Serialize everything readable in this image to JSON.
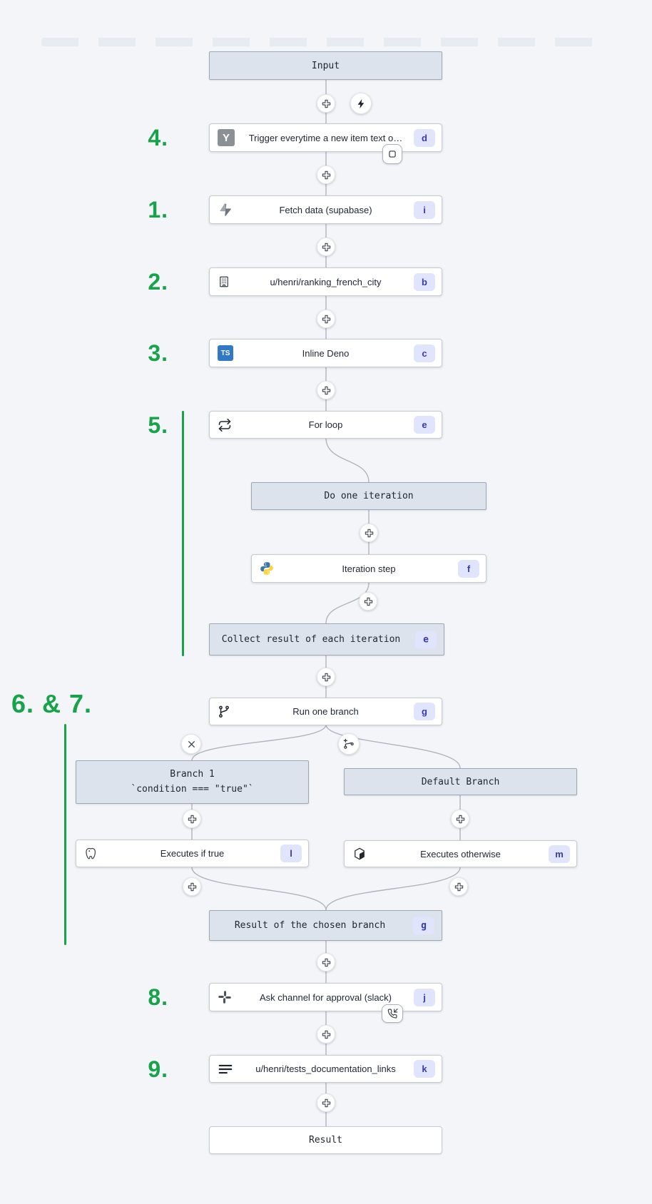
{
  "flow": {
    "input": {
      "label": "Input"
    },
    "trigger": {
      "label": "Trigger everytime a new item text o…",
      "badge": "d",
      "icon": "hackernews-y-icon"
    },
    "fetch": {
      "label": "Fetch data (supabase)",
      "badge": "i",
      "icon": "supabase-bolt-icon"
    },
    "ranking": {
      "label": "u/henri/ranking_french_city",
      "badge": "b",
      "icon": "building-icon"
    },
    "inline_deno": {
      "label": "Inline Deno",
      "badge": "c",
      "icon": "typescript-icon",
      "icon_text": "TS"
    },
    "for_loop": {
      "label": "For loop",
      "badge": "e",
      "icon": "loop-repeat-icon"
    },
    "do_one_iteration": {
      "label": "Do one iteration"
    },
    "iteration_step": {
      "label": "Iteration step",
      "badge": "f",
      "icon": "python-icon"
    },
    "collect": {
      "label": "Collect result of each iteration",
      "badge": "e"
    },
    "run_one_branch": {
      "label": "Run one branch",
      "badge": "g",
      "icon": "git-branch-icon"
    },
    "branch_1": {
      "title": "Branch 1",
      "condition": "`condition === \"true\"`"
    },
    "default_branch": {
      "label": "Default Branch"
    },
    "executes_if_true": {
      "label": "Executes if true",
      "badge": "l",
      "icon": "postgresql-icon"
    },
    "executes_otherwise": {
      "label": "Executes otherwise",
      "badge": "m",
      "icon": "cube-icon"
    },
    "chosen_result": {
      "label": "Result of the chosen branch",
      "badge": "g"
    },
    "ask_approval": {
      "label": "Ask channel for approval (slack)",
      "badge": "j",
      "icon": "slack-icon"
    },
    "tests_links": {
      "label": "u/henri/tests_documentation_links",
      "badge": "k",
      "icon": "menu-lines-icon"
    },
    "result": {
      "label": "Result"
    },
    "trigger_y_glyph": "Y"
  },
  "annotations": {
    "n4": "4.",
    "n1": "1.",
    "n2": "2.",
    "n3": "3.",
    "n5": "5.",
    "n67": "6. & 7.",
    "n8": "8.",
    "n9": "9."
  },
  "controls": {
    "add_step": "plus-icon",
    "run_trigger": "lightning-icon",
    "remove_branch": "x-icon",
    "add_branch": "branch-plus-icon",
    "early_stop": "square-icon",
    "suspend_approval": "phone-incoming-icon"
  },
  "colors": {
    "annotation_green": "#16a34a",
    "badge_bg": "#e0e4fc",
    "badge_text": "#3a3aa8",
    "connector": "#aeb5bf",
    "gray_box_bg": "#dde3ec",
    "gray_box_border": "#9ea8b5",
    "canvas_bg": "#f3f5f8",
    "typescript_blue": "#3178c6",
    "python_blue": "#3b77a8",
    "python_yellow": "#ffd43b"
  }
}
